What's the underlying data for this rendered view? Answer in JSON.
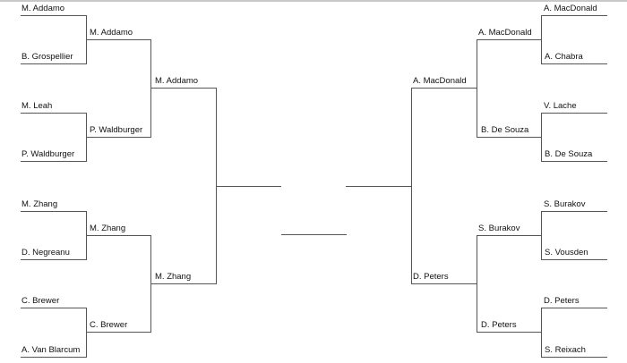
{
  "bracket": {
    "left": {
      "round1": [
        "M. Addamo",
        "B. Grospellier",
        "M. Leah",
        "P. Waldburger",
        "M. Zhang",
        "D. Negreanu",
        "C. Brewer",
        "A. Van Blarcum"
      ],
      "round2": [
        "M. Addamo",
        "P. Waldburger",
        "M. Zhang",
        "C. Brewer"
      ],
      "round3": [
        "M. Addamo",
        "M. Zhang"
      ]
    },
    "right": {
      "round1": [
        "A. MacDonald",
        "A. Chabra",
        "V. Lache",
        "B. De Souza",
        "S. Burakov",
        "S. Vousden",
        "D. Peters",
        "S. Reixach"
      ],
      "round2": [
        "A. MacDonald",
        "B. De Souza",
        "S. Burakov",
        "D. Peters"
      ],
      "round3": [
        "A. MacDonald",
        "D. Peters"
      ]
    },
    "final": {
      "left": "",
      "right": "",
      "champion": ""
    }
  },
  "colors": {
    "line": "#555555",
    "text": "#111111",
    "top_border": "#c8c8c8"
  }
}
